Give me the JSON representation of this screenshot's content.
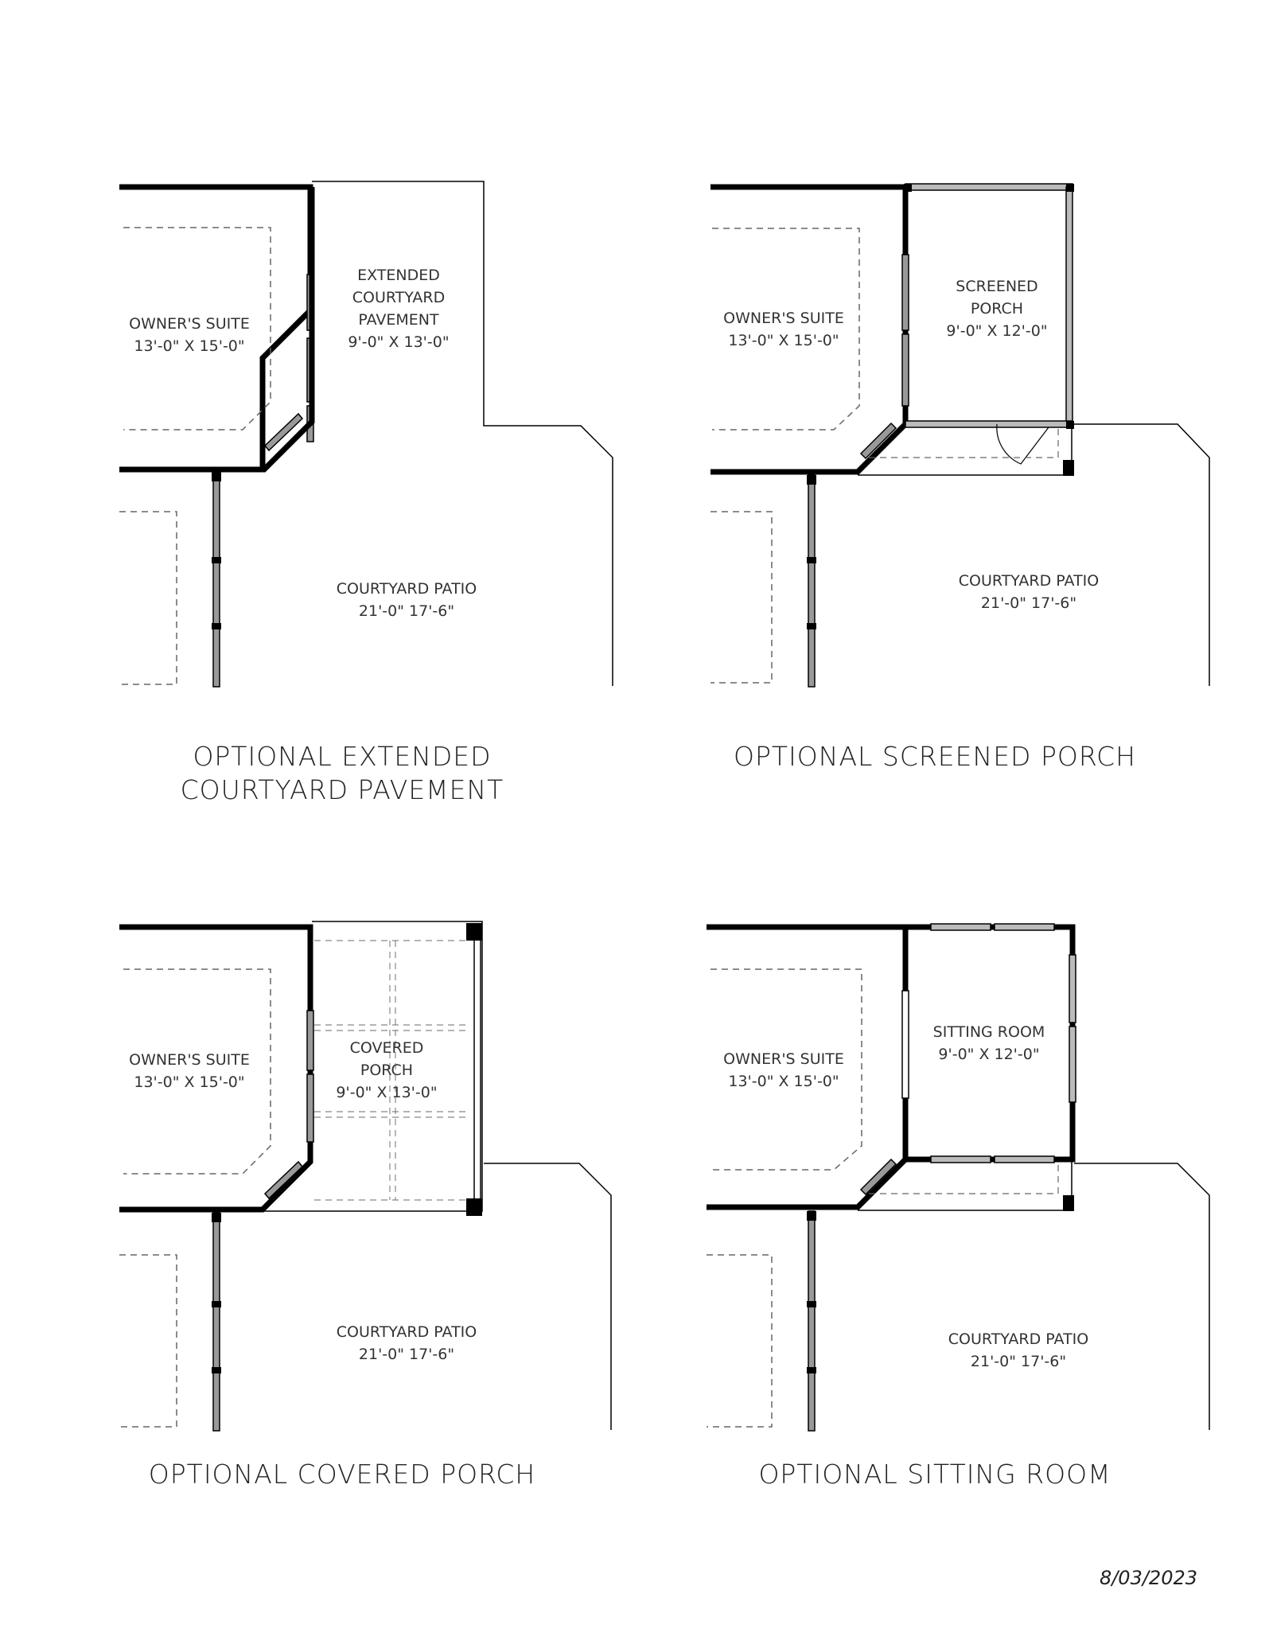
{
  "panels": [
    {
      "caption": "OPTIONAL EXTENDED COURTYARD PAVEMENT",
      "owners_suite": {
        "name": "OWNER'S SUITE",
        "dims": "13'-0\" X 15'-0\""
      },
      "option_room": {
        "lines": [
          "EXTENDED",
          "COURTYARD",
          "PAVEMENT"
        ],
        "dims": "9'-0\" X 13'-0\""
      },
      "patio": {
        "name": "COURTYARD PATIO",
        "dims": "21'-0\" 17'-6\""
      }
    },
    {
      "caption": "OPTIONAL SCREENED PORCH",
      "owners_suite": {
        "name": "OWNER'S SUITE",
        "dims": "13'-0\" X 15'-0\""
      },
      "option_room": {
        "lines": [
          "SCREENED",
          "PORCH"
        ],
        "dims": "9'-0\" X 12'-0\""
      },
      "patio": {
        "name": "COURTYARD PATIO",
        "dims": "21'-0\" 17'-6\""
      }
    },
    {
      "caption": "OPTIONAL COVERED PORCH",
      "owners_suite": {
        "name": "OWNER'S SUITE",
        "dims": "13'-0\" X 15'-0\""
      },
      "option_room": {
        "lines": [
          "COVERED",
          "PORCH"
        ],
        "dims": "9'-0\" X 13'-0\""
      },
      "patio": {
        "name": "COURTYARD PATIO",
        "dims": "21'-0\" 17'-6\""
      }
    },
    {
      "caption": "OPTIONAL SITTING ROOM",
      "owners_suite": {
        "name": "OWNER'S SUITE",
        "dims": "13'-0\" X 15'-0\""
      },
      "option_room": {
        "lines": [
          "SITTING ROOM"
        ],
        "dims": "9'-0\" X 12'-0\""
      },
      "patio": {
        "name": "COURTYARD PATIO",
        "dims": "21'-0\" 17'-6\""
      }
    }
  ],
  "date": "8/03/2023"
}
